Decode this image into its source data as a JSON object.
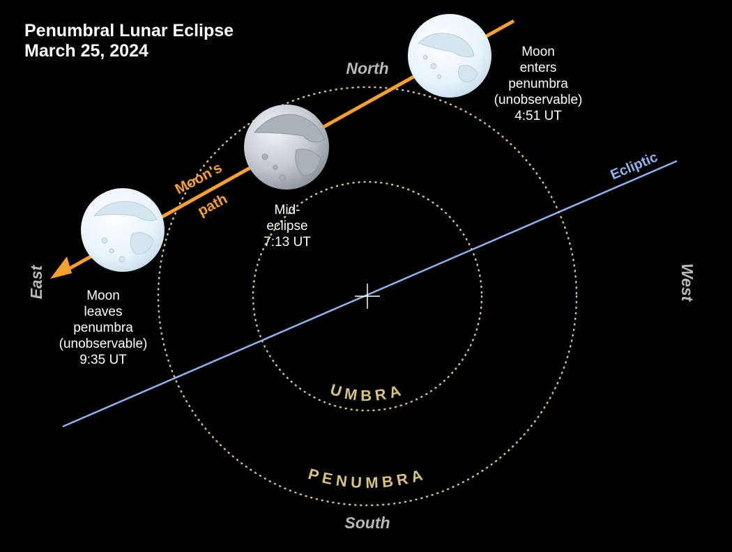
{
  "title": {
    "line1": "Penumbral Lunar Eclipse",
    "line2": "March 25, 2024"
  },
  "directions": {
    "north": "North",
    "south": "South",
    "east": "East",
    "west": "West"
  },
  "zones": {
    "umbra": "UMBRA",
    "penumbra": "PENUMBRA"
  },
  "ecliptic_label": "Ecliptic",
  "moon_path_label": {
    "line1": "Moon's",
    "line2": "path"
  },
  "events": {
    "enters": {
      "lines": [
        "Moon",
        "enters",
        "penumbra",
        "(unobservable)",
        "4:51 UT"
      ]
    },
    "mid": {
      "lines": [
        "Mid-",
        "eclipse",
        "7:13 UT"
      ]
    },
    "leaves": {
      "lines": [
        "Moon",
        "leaves",
        "penumbra",
        "(unobservable)",
        "9:35 UT"
      ]
    }
  },
  "colors": {
    "path": "#f7a030",
    "ecliptic": "#8fb5ef",
    "circles": "#d9c27a",
    "direction": "#b8b8b8"
  }
}
